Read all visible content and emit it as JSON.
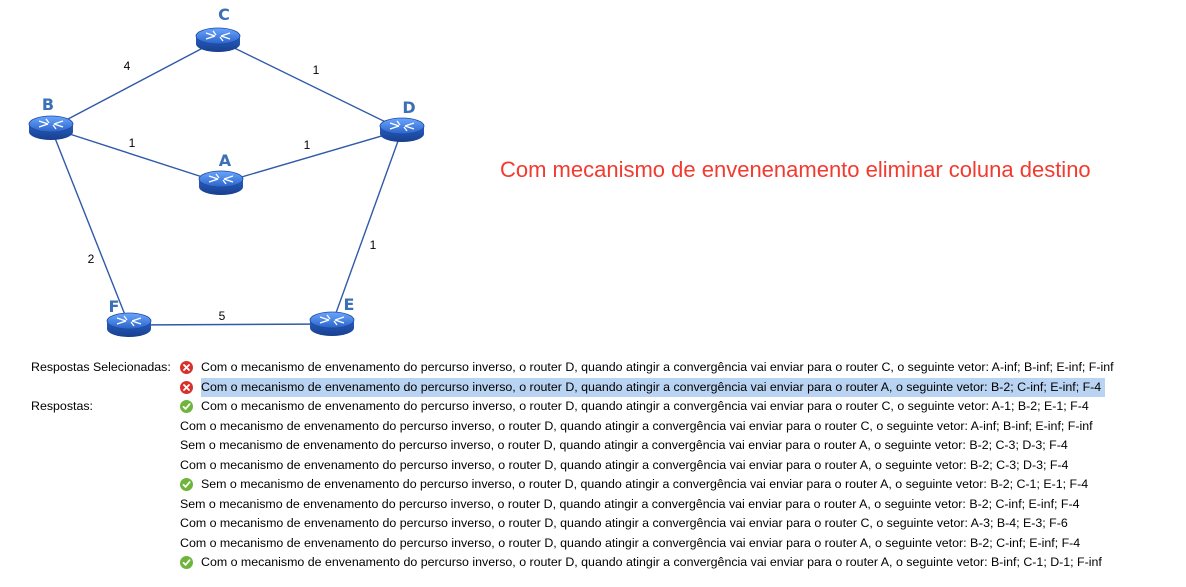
{
  "diagram": {
    "nodes": [
      {
        "id": "A",
        "label": "A"
      },
      {
        "id": "B",
        "label": "B"
      },
      {
        "id": "C",
        "label": "C"
      },
      {
        "id": "D",
        "label": "D"
      },
      {
        "id": "E",
        "label": "E"
      },
      {
        "id": "F",
        "label": "F"
      }
    ],
    "edges": [
      {
        "from": "B",
        "to": "C",
        "weight": "4"
      },
      {
        "from": "C",
        "to": "D",
        "weight": "1"
      },
      {
        "from": "B",
        "to": "A",
        "weight": "1"
      },
      {
        "from": "A",
        "to": "D",
        "weight": "1"
      },
      {
        "from": "B",
        "to": "F",
        "weight": "2"
      },
      {
        "from": "D",
        "to": "E",
        "weight": "1"
      },
      {
        "from": "F",
        "to": "E",
        "weight": "5"
      }
    ],
    "router_color": "#2f6fd6"
  },
  "note": {
    "text": "Com mecanismo de envenenamento eliminar coluna destino",
    "color": "#f23a2f"
  },
  "answers": {
    "selected_label": "Respostas Selecionadas:",
    "answers_label": "Respostas:",
    "selected": [
      {
        "status": "wrong",
        "text": "Com o mecanismo de envenamento do percurso inverso, o router D, quando atingir a convergência vai enviar para o router C, o seguinte vetor: A-inf; B-inf; E-inf; F-inf"
      },
      {
        "status": "wrong",
        "highlight": true,
        "text": "Com o mecanismo de envenamento do percurso inverso, o router D, quando atingir a convergência vai enviar para o router A, o seguinte vetor: B-2; C-inf; E-inf; F-4"
      }
    ],
    "options": [
      {
        "status": "right",
        "text": "Com o mecanismo de envenamento do percurso inverso, o router D, quando atingir a convergência vai enviar para o router C, o seguinte vetor: A-1; B-2; E-1; F-4"
      },
      {
        "status": "none",
        "text": "Com o mecanismo de envenamento do percurso inverso, o router D, quando atingir a convergência vai enviar para o router C, o seguinte vetor: A-inf; B-inf; E-inf; F-inf"
      },
      {
        "status": "none",
        "text": "Sem o mecanismo de envenamento do percurso inverso, o router D, quando atingir a convergência vai enviar para o router A, o seguinte vetor: B-2; C-3; D-3; F-4"
      },
      {
        "status": "none",
        "text": "Com o mecanismo de envenamento do percurso inverso, o router D, quando atingir a convergência vai enviar para o router A, o seguinte vetor: B-2; C-3; D-3; F-4"
      },
      {
        "status": "right",
        "text": "Sem o mecanismo de envenamento do percurso inverso, o router D, quando atingir a convergência vai enviar para o router A, o seguinte vetor: B-2; C-1; E-1; F-4"
      },
      {
        "status": "none",
        "text": "Sem o mecanismo de envenamento do percurso inverso, o router D, quando atingir a convergência vai enviar para o router A, o seguinte vetor: B-2; C-inf; E-inf; F-4"
      },
      {
        "status": "none",
        "text": "Com o mecanismo de envenamento do percurso inverso, o router D, quando atingir a convergência vai enviar para o router C, o seguinte vetor: A-3; B-4; E-3; F-6"
      },
      {
        "status": "none",
        "text": "Com o mecanismo de envenamento do percurso inverso, o router D, quando atingir a convergência vai enviar para o router A, o seguinte vetor: B-2; C-inf; E-inf; F-4"
      },
      {
        "status": "right",
        "text": "Com o mecanismo de envenamento do percurso inverso, o router D, quando atingir a convergência vai enviar para o router A, o seguinte vetor: B-inf; C-1; D-1; F-inf"
      }
    ]
  }
}
